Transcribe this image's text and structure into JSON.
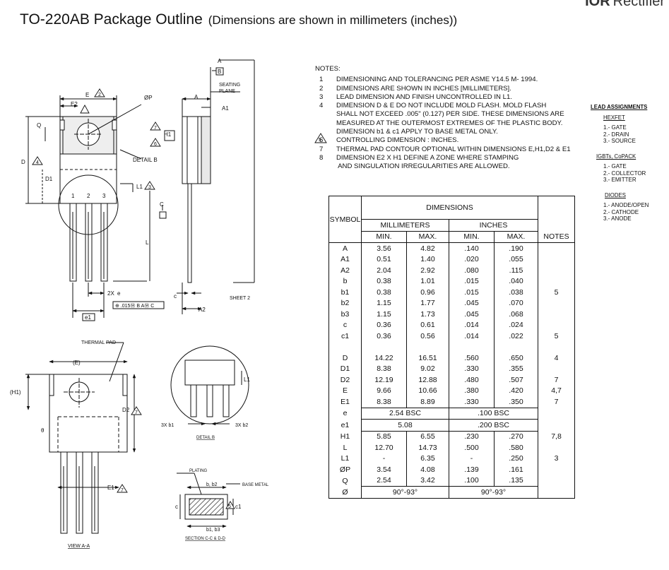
{
  "brand": {
    "prefix": "IOR",
    "name": "Rectifier"
  },
  "title": {
    "main": "TO-220AB Package Outline",
    "sub": "(Dimensions are shown in millimeters (inches))"
  },
  "notes": {
    "header": "NOTES:",
    "items": [
      {
        "num": "1",
        "text": "DIMENSIONING AND TOLERANCING PER ASME Y14.5 M- 1994."
      },
      {
        "num": "2",
        "text": "DIMENSIONS ARE SHOWN IN INCHES [MILLIMETERS]."
      },
      {
        "num": "3",
        "text": "LEAD DIMENSION AND FINISH UNCONTROLLED IN L1."
      },
      {
        "num": "4",
        "text": "DIMENSION D & E DO NOT INCLUDE MOLD FLASH. MOLD FLASH\nSHALL NOT EXCEED .005\" (0.127) PER SIDE. THESE DIMENSIONS ARE\nMEASURED AT THE OUTERMOST EXTREMES OF THE PLASTIC BODY."
      },
      {
        "num": "5",
        "text": "DIMENSION b1 & c1 APPLY TO BASE METAL ONLY."
      },
      {
        "num": "6",
        "text": "CONTROLLING DIMENSION : INCHES."
      },
      {
        "num": "7",
        "text": "THERMAL PAD CONTOUR OPTIONAL WITHIN DIMENSIONS E,H1,D2 & E1"
      },
      {
        "num": "8",
        "text": "DIMENSION E2 X H1 DEFINE A ZONE WHERE STAMPING\n AND SINGULATION IRREGULARITIES ARE ALLOWED."
      }
    ]
  },
  "lead_assignments": {
    "title": "LEAD ASSIGNMENTS",
    "groups": [
      {
        "name": "HEXFET",
        "items": [
          "1.- GATE",
          "2.- DRAIN",
          "3.- SOURCE"
        ]
      },
      {
        "name": "IGBTs, CoPACK",
        "items": [
          "1.- GATE",
          "2.- COLLECTOR",
          "3.- EMITTER"
        ]
      },
      {
        "name": "DIODES",
        "items": [
          "1.- ANODE/OPEN",
          "2.- CATHODE",
          "3.- ANODE"
        ]
      }
    ]
  },
  "table": {
    "header": {
      "symbol": "SYMBOL",
      "dimensions": "DIMENSIONS",
      "mm": "MILLIMETERS",
      "inch": "INCHES",
      "min": "MIN.",
      "max": "MAX.",
      "notes": "NOTES"
    },
    "rows": [
      [
        "A",
        "3.56",
        "4.82",
        ".140",
        ".190",
        ""
      ],
      [
        "A1",
        "0.51",
        "1.40",
        ".020",
        ".055",
        ""
      ],
      [
        "A2",
        "2.04",
        "2.92",
        ".080",
        ".115",
        ""
      ],
      [
        "b",
        "0.38",
        "1.01",
        ".015",
        ".040",
        ""
      ],
      [
        "b1",
        "0.38",
        "0.96",
        ".015",
        ".038",
        "5"
      ],
      [
        "b2",
        "1.15",
        "1.77",
        ".045",
        ".070",
        ""
      ],
      [
        "b3",
        "1.15",
        "1.73",
        ".045",
        ".068",
        ""
      ],
      [
        "c",
        "0.36",
        "0.61",
        ".014",
        ".024",
        ""
      ],
      [
        "c1",
        "0.36",
        "0.56",
        ".014",
        ".022",
        "5"
      ],
      [
        "",
        "",
        "",
        "",
        "",
        ""
      ],
      [
        "D",
        "14.22",
        "16.51",
        ".560",
        ".650",
        "4"
      ],
      [
        "D1",
        "8.38",
        "9.02",
        ".330",
        ".355",
        ""
      ],
      [
        "D2",
        "12.19",
        "12.88",
        ".480",
        ".507",
        "7"
      ],
      [
        "E",
        "9.66",
        "10.66",
        ".380",
        ".420",
        "4,7"
      ],
      [
        "E1",
        "8.38",
        "8.89",
        ".330",
        ".350",
        "7"
      ],
      [
        "e",
        "2.54 BSC",
        "",
        ".100 BSC",
        "",
        ""
      ],
      [
        "e1",
        "5.08",
        "",
        ".200 BSC",
        "",
        ""
      ],
      [
        "H1",
        "5.85",
        "6.55",
        ".230",
        ".270",
        "7,8"
      ],
      [
        "L",
        "12.70",
        "14.73",
        ".500",
        ".580",
        ""
      ],
      [
        "L1",
        "-",
        "6.35",
        "-",
        ".250",
        "3"
      ],
      [
        "ØP",
        "3.54",
        "4.08",
        ".139",
        ".161",
        ""
      ],
      [
        "Q",
        "2.54",
        "3.42",
        ".100",
        ".135",
        ""
      ],
      [
        "Ø",
        "90°-93°",
        "",
        "90°-93°",
        "",
        ""
      ]
    ]
  },
  "drawing_labels": {
    "E": "E",
    "E2": "E2",
    "Q": "Q",
    "D": "D",
    "D1": "D1",
    "H1": "H1",
    "detailB": "DETAIL B",
    "L1": "L1",
    "L": "L",
    "C": "C",
    "c": "c",
    "A": "A",
    "A1": "A1",
    "A2": "A2",
    "B": "B",
    "seating": "SEATING",
    "plane": "PLANE",
    "phiP": "ØP",
    "pin1": "1",
    "pin2": "2",
    "pin3": "3",
    "twoXe": "2X",
    "e": "e",
    "e1": "e1",
    "tolerance": "⊕ .015Ⓜ B AⓂ C",
    "sheet2": "SHEET 2",
    "thermalPad": "THERMAL PAD",
    "parenE": "(E)",
    "parenH1": "(H1)",
    "D2": "D2",
    "theta": "θ",
    "E1": "E1",
    "viewAA": "VIEW A-A",
    "threeXb1": "3X b1",
    "threeXb2": "3X b2",
    "detailBcap": "DETAIL B",
    "plating": "PLATING",
    "bb2": "b, b2",
    "baseMetal": "BASE METAL",
    "b1b3": "b1, b3",
    "sectionCCDD": "SECTION C-C & D-D",
    "c1": "c1",
    "tri2": "2",
    "tri4": "4",
    "tri5": "5",
    "tri6": "6",
    "tri7": "7",
    "tri3": "3"
  }
}
